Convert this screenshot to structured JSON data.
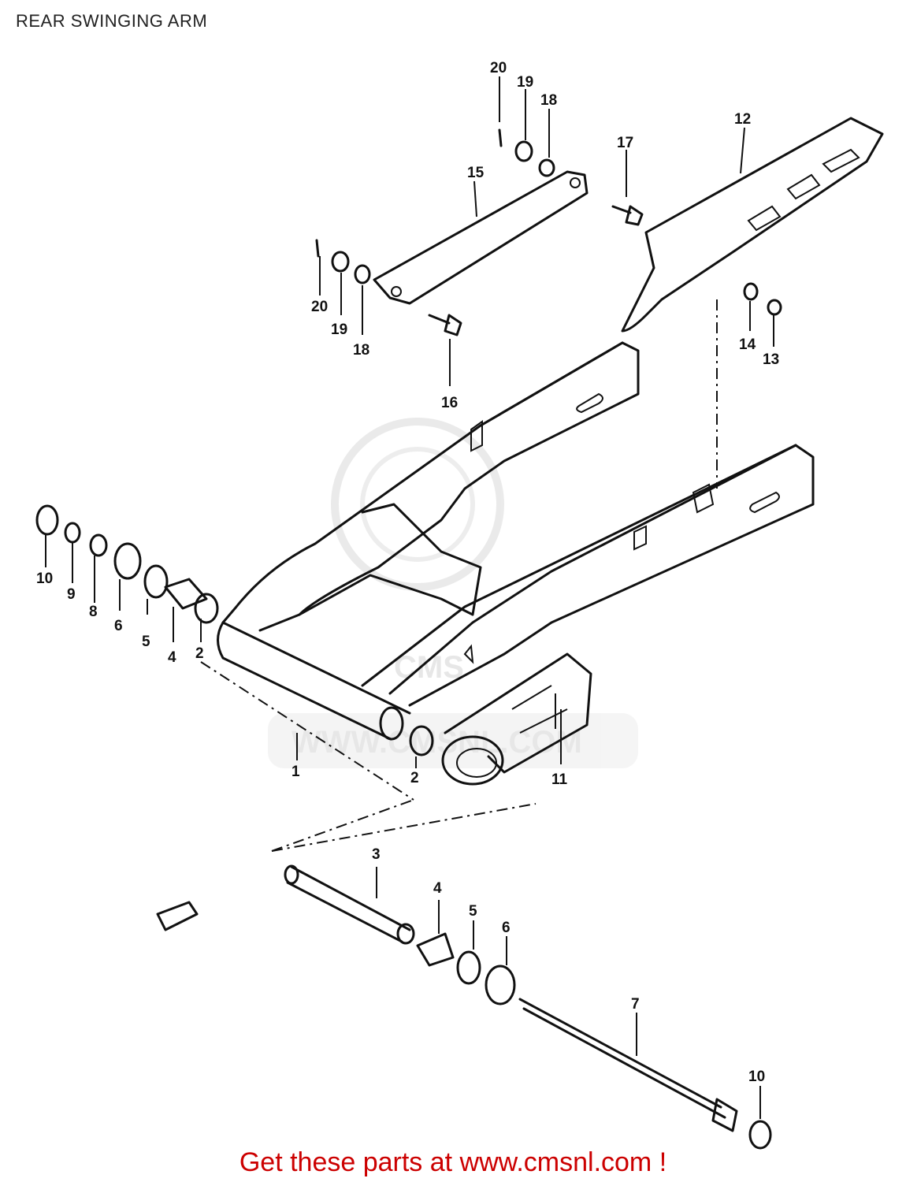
{
  "page": {
    "title": "REAR SWINGING ARM"
  },
  "watermark": {
    "text": "WWW.CMSNL.COM",
    "logo_text": "CMS"
  },
  "parts": [
    {
      "id": "p1",
      "label": "1"
    },
    {
      "id": "p2a",
      "label": "2"
    },
    {
      "id": "p2b",
      "label": "2"
    },
    {
      "id": "p3",
      "label": "3"
    },
    {
      "id": "p4a",
      "label": "4"
    },
    {
      "id": "p4b",
      "label": "4"
    },
    {
      "id": "p5a",
      "label": "5"
    },
    {
      "id": "p5b",
      "label": "5"
    },
    {
      "id": "p6a",
      "label": "6"
    },
    {
      "id": "p6b",
      "label": "6"
    },
    {
      "id": "p7",
      "label": "7"
    },
    {
      "id": "p8",
      "label": "8"
    },
    {
      "id": "p9",
      "label": "9"
    },
    {
      "id": "p10a",
      "label": "10"
    },
    {
      "id": "p10b",
      "label": "10"
    },
    {
      "id": "p11",
      "label": "11"
    },
    {
      "id": "p12",
      "label": "12"
    },
    {
      "id": "p13",
      "label": "13"
    },
    {
      "id": "p14",
      "label": "14"
    },
    {
      "id": "p15",
      "label": "15"
    },
    {
      "id": "p16",
      "label": "16"
    },
    {
      "id": "p17",
      "label": "17"
    },
    {
      "id": "p18a",
      "label": "18"
    },
    {
      "id": "p18b",
      "label": "18"
    },
    {
      "id": "p19a",
      "label": "19"
    },
    {
      "id": "p19b",
      "label": "19"
    },
    {
      "id": "p20a",
      "label": "20"
    },
    {
      "id": "p20b",
      "label": "20"
    }
  ],
  "footer": {
    "link_text": "Get these parts at www.cmsnl.com !"
  }
}
